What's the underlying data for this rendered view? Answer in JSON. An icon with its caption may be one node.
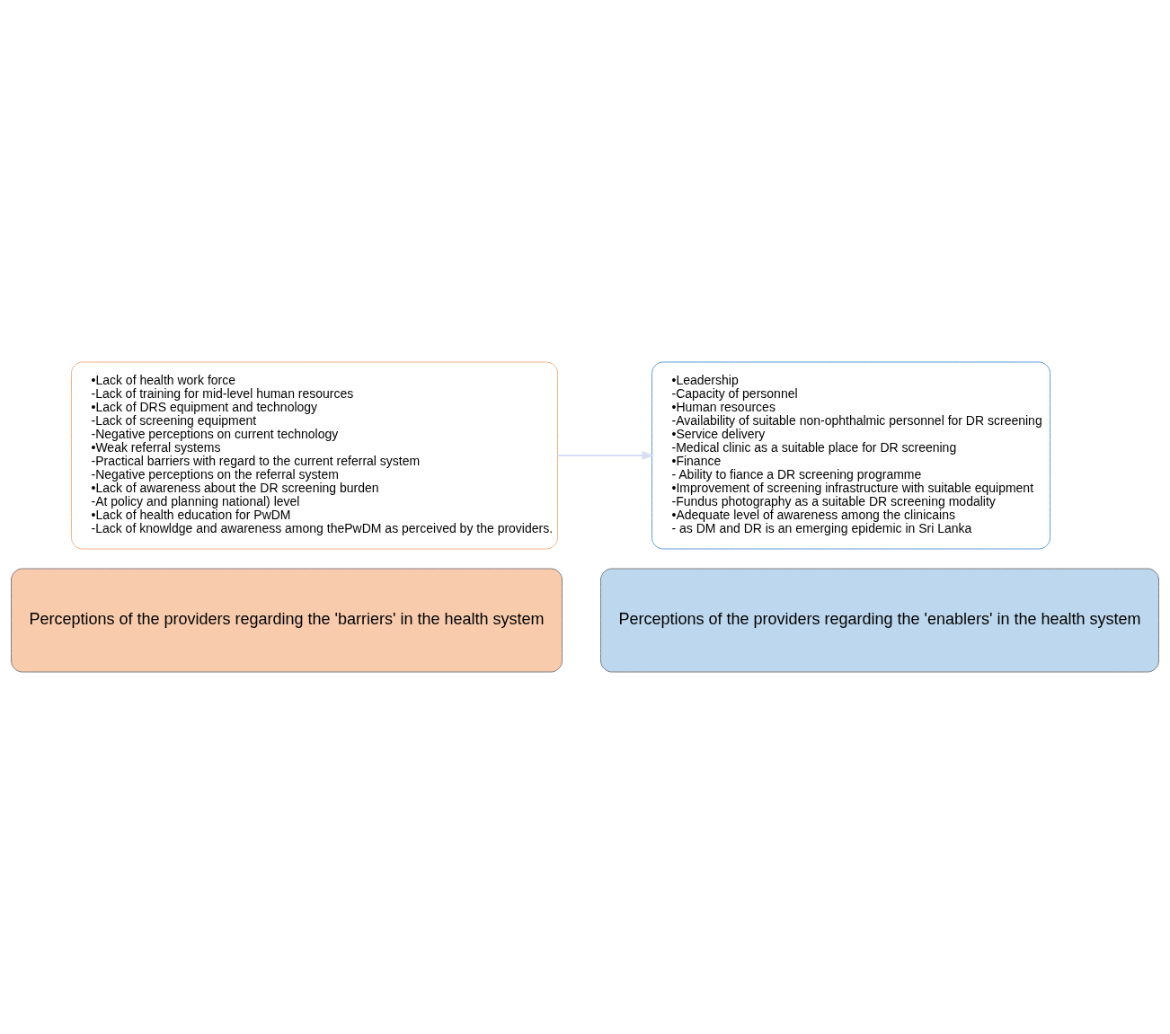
{
  "diagram": {
    "nodes": [
      {
        "text": [
          "•Lack of health work force",
          "-Lack of training for mid-level human resources",
          "•Lack of DRS equipment and technology",
          "-Lack of screening equipment",
          "-Negative perceptions on current technology",
          "•Weak referral systems",
          "-Practical barriers with regard to the current referral system",
          "-Negative perceptions on the referral system",
          "•Lack of awareness about the DR screening burden",
          "-At policy and planning national) level",
          "•Lack of health education for PwDM",
          "-Lack of knowldge and awareness among thePwDM as perceived by the providers."
        ]
      },
      {
        "text": [
          "Perceptions of the providers regarding the 'barriers' in the health system"
        ]
      },
      {
        "text": [
          "•Leadership",
          "-Capacity of personnel",
          "•Human resources",
          "-Availability of suitable non-ophthalmic personnel for DR screening",
          "•Service delivery",
          "-Medical clinic as a suitable place for DR screening",
          "•Finance",
          "- Ability to fiance a DR screening programme",
          "•Improvement of screening infrastructure with suitable equipment",
          "-Fundus photography as a suitable DR screening modality",
          "•Adequate level of awareness among the clinicains",
          "- as DM and DR is an emerging epidemic in Sri Lanka"
        ]
      },
      {
        "text": [
          "Perceptions of the providers regarding the 'enablers' in the health system"
        ]
      }
    ],
    "edges": [
      {
        "from": 0,
        "to": 2,
        "arrow": "to",
        "color": "#d9dff2"
      }
    ]
  }
}
